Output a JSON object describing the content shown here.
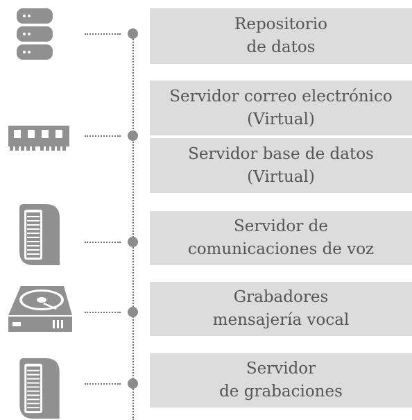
{
  "diagram": {
    "items": [
      {
        "icon": "database-icon",
        "lines": [
          "Repositorio",
          "de datos"
        ]
      },
      {
        "icon": "memory-module-icon",
        "lines": [
          "Servidor correo electrónico",
          "(Virtual)"
        ]
      },
      {
        "icon": "memory-module-icon",
        "lines": [
          "Servidor base de datos",
          "(Virtual)"
        ]
      },
      {
        "icon": "server-tower-icon",
        "lines": [
          "Servidor de",
          "comunicaciones de voz"
        ]
      },
      {
        "icon": "hard-drive-icon",
        "lines": [
          "Grabadores",
          "mensajería vocal"
        ]
      },
      {
        "icon": "server-tower-icon",
        "lines": [
          "Servidor",
          "de grabaciones"
        ]
      }
    ]
  },
  "colors": {
    "icon_fill": "#909090",
    "box_fill": "#dcdcdc",
    "text": "#555555",
    "connector": "#6f6f6f"
  }
}
